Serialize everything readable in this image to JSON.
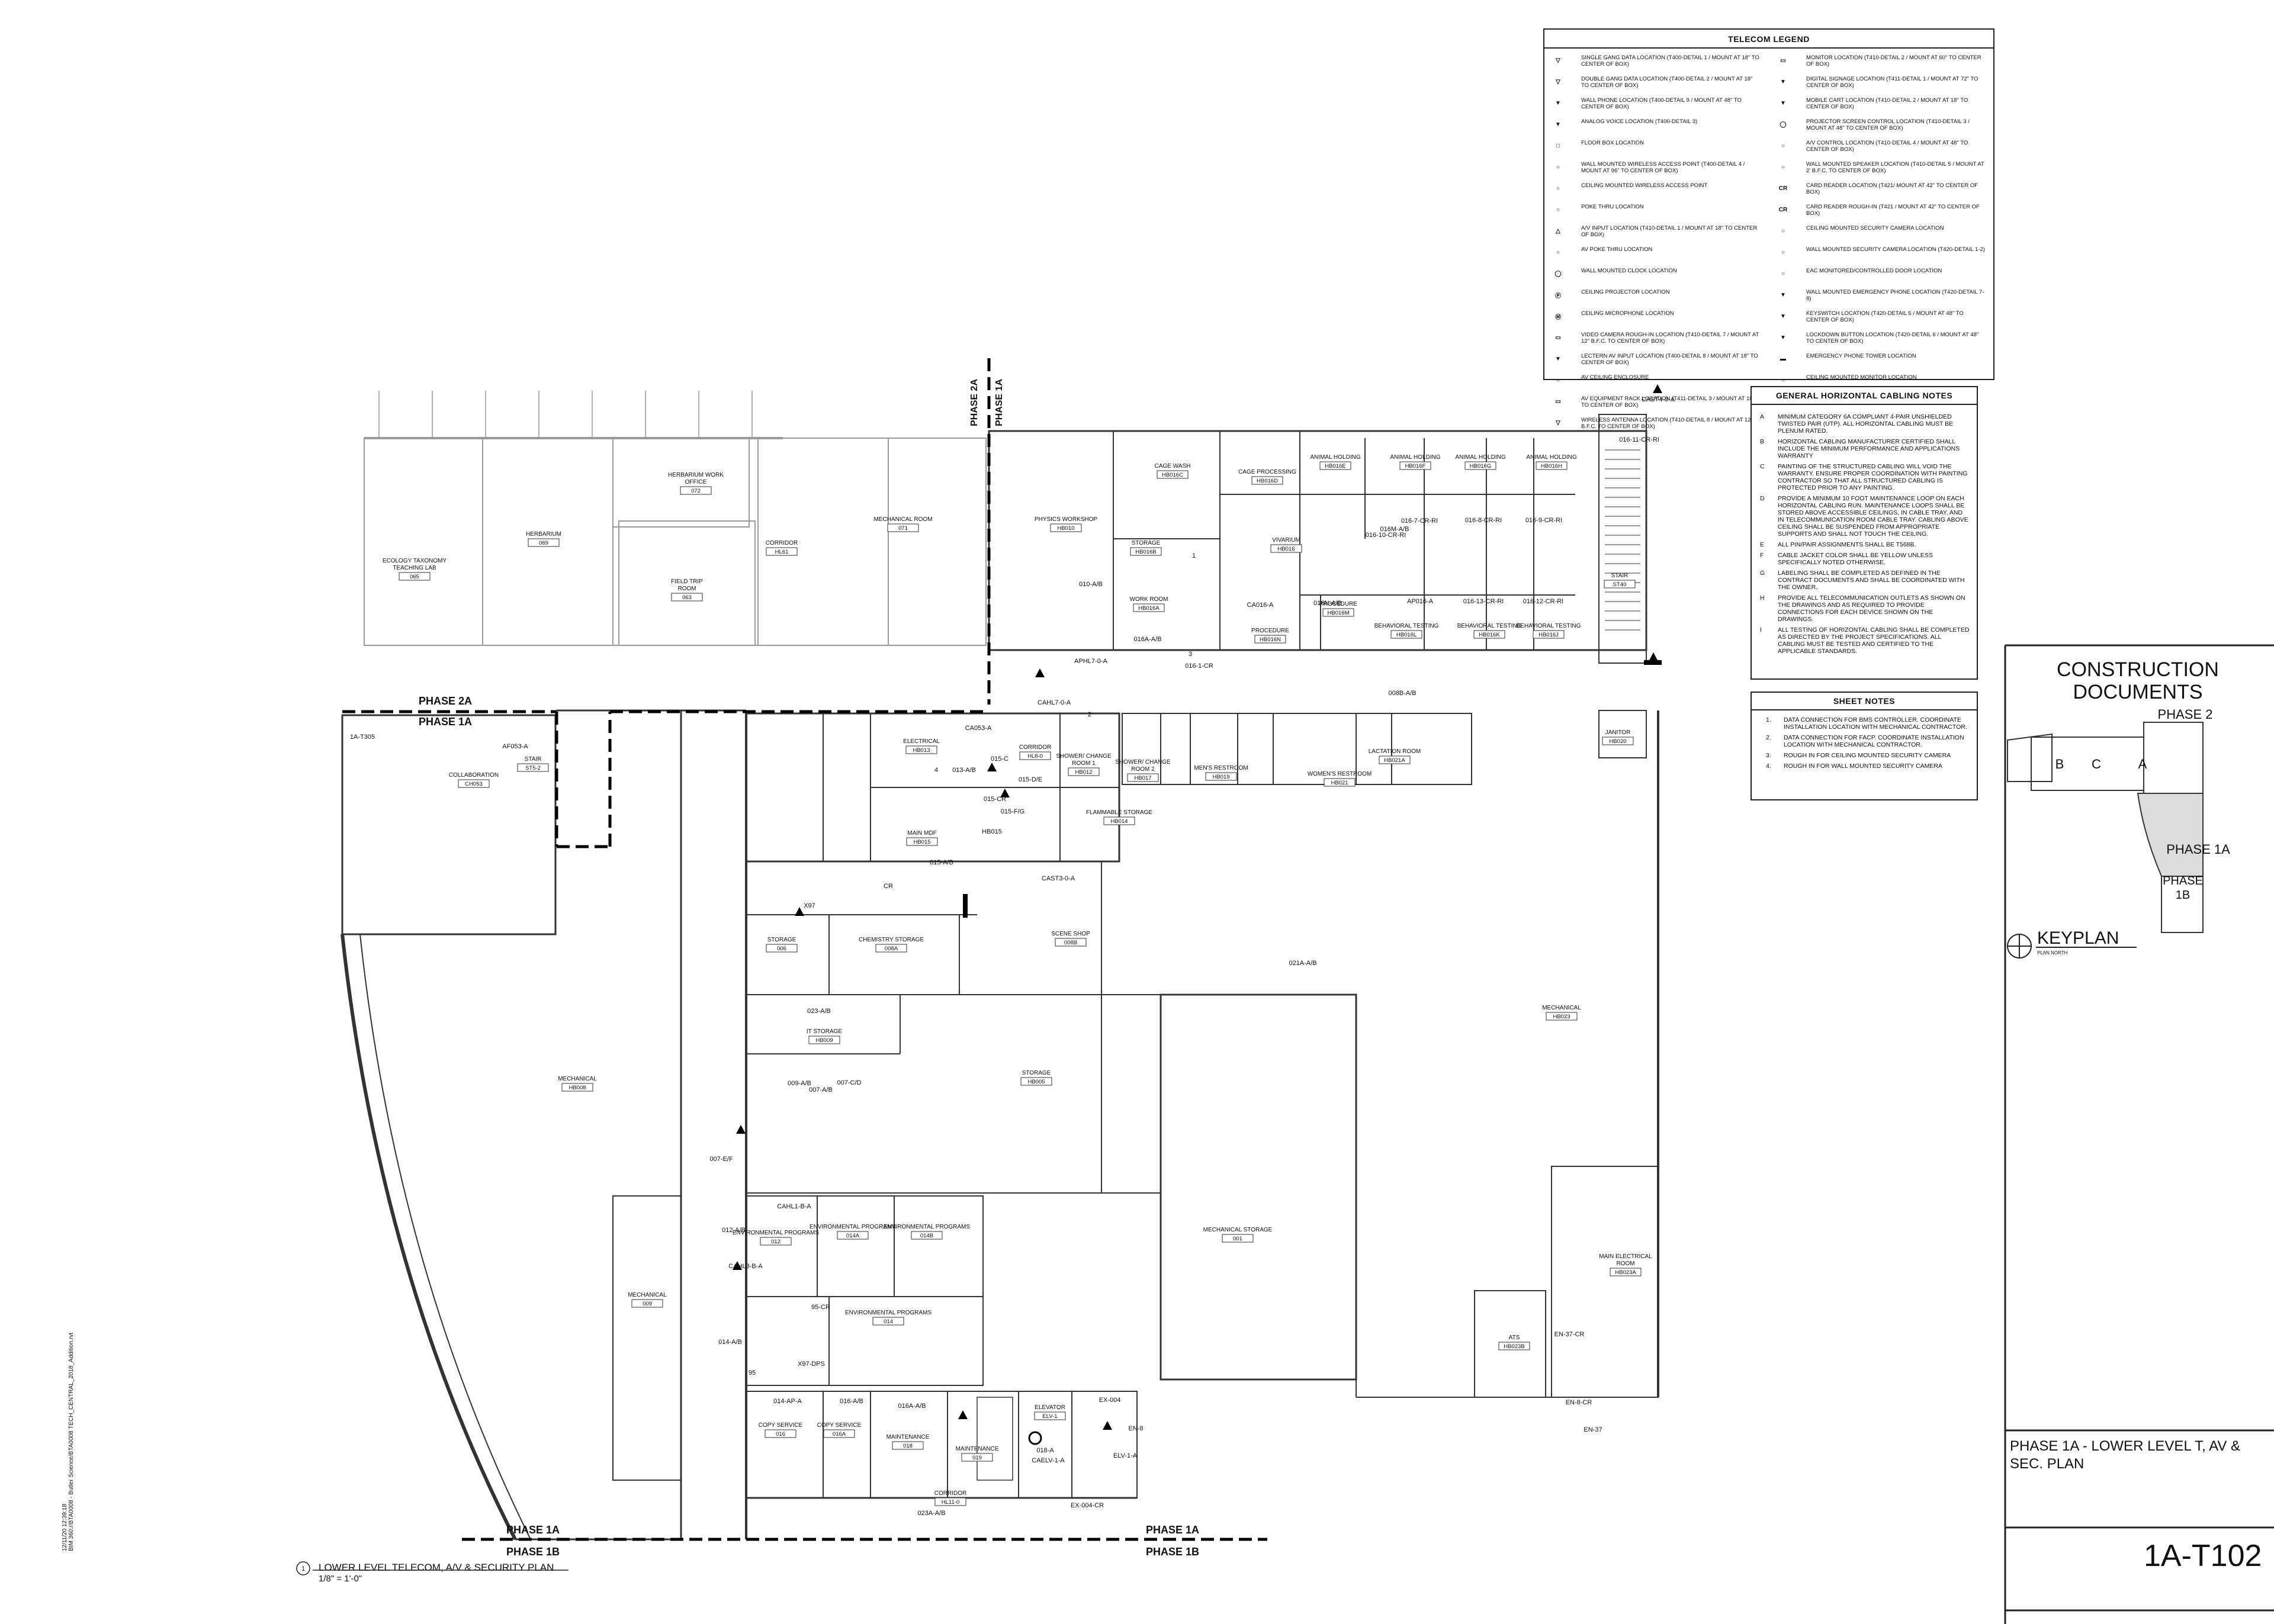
{
  "telecom_legend": {
    "title": "TELECOM LEGEND",
    "left_items": [
      {
        "icon": "single-gang-data-icon",
        "text": "SINGLE GANG DATA LOCATION (T400-DETAIL 1 / MOUNT AT 18\" TO CENTER OF BOX)"
      },
      {
        "icon": "double-gang-data-icon",
        "text": "DOUBLE GANG DATA LOCATION (T400-DETAIL 2 / MOUNT AT 18\" TO CENTER OF BOX)"
      },
      {
        "icon": "wall-phone-icon",
        "text": "WALL PHONE LOCATION (T400-DETAIL 9 / MOUNT AT 48\" TO CENTER OF BOX)"
      },
      {
        "icon": "analog-voice-icon",
        "text": "ANALOG VOICE LOCATION (T400-DETAIL 3)"
      },
      {
        "icon": "floor-box-icon",
        "text": "FLOOR BOX LOCATION"
      },
      {
        "icon": "wall-wap-icon",
        "text": "WALL MOUNTED WIRELESS ACCESS POINT (T400-DETAIL 4 / MOUNT AT 96\" TO CENTER OF BOX)"
      },
      {
        "icon": "ceiling-wap-icon",
        "text": "CEILING MOUNTED WIRELESS ACCESS POINT"
      },
      {
        "icon": "poke-thru-icon",
        "text": "POKE THRU LOCATION"
      },
      {
        "icon": "av-input-icon",
        "text": "A/V INPUT LOCATION (T410-DETAIL 1 / MOUNT AT 18\" TO CENTER OF BOX)"
      },
      {
        "icon": "av-poke-thru-icon",
        "text": "AV POKE THRU LOCATION"
      },
      {
        "icon": "wall-clock-icon",
        "text": "WALL MOUNTED CLOCK LOCATION"
      },
      {
        "icon": "ceiling-projector-icon",
        "text": "CEILING PROJECTOR LOCATION"
      },
      {
        "icon": "ceiling-microphone-icon",
        "text": "CEILING MICROPHONE LOCATION"
      },
      {
        "icon": "video-camera-icon",
        "text": "VIDEO CAMERA ROUGH-IN LOCATION (T410-DETAIL 7 / MOUNT AT 12\" B.F.C. TO CENTER OF BOX)"
      },
      {
        "icon": "lectern-av-icon",
        "text": "LECTERN AV INPUT LOCATION (T400-DETAIL 8 / MOUNT AT 18\" TO CENTER OF BOX)"
      },
      {
        "icon": "av-ceiling-enclosure-icon",
        "text": "AV CEILING ENCLOSURE"
      },
      {
        "icon": "av-rack-icon",
        "text": "AV EQUIPMENT RACK LOCATION (T411-DETAIL 3 / MOUNT AT 18\" TO CENTER OF BOX)"
      },
      {
        "icon": "wireless-antenna-icon",
        "text": "WIRELESS ANTENNA LOCATION (T410-DETAIL 8 / MOUNT AT 12\" B.F.C. TO CENTER OF BOX)"
      }
    ],
    "right_items": [
      {
        "icon": "monitor-icon",
        "text": "MONITOR LOCATION (T410-DETAIL 2 / MOUNT AT 60\" TO CENTER OF BOX)"
      },
      {
        "icon": "digital-signage-icon",
        "text": "DIGITAL SIGNAGE LOCATION (T411-DETAIL 1 / MOUNT AT 72\" TO CENTER OF BOX)"
      },
      {
        "icon": "mobile-cart-icon",
        "text": "MOBILE CART LOCATION (T410-DETAIL 2 / MOUNT AT 18\" TO CENTER OF BOX)"
      },
      {
        "icon": "projector-screen-icon",
        "text": "PROJECTOR SCREEN CONTROL LOCATION (T410-DETAIL 3 / MOUNT AT 48\" TO CENTER OF BOX)"
      },
      {
        "icon": "av-control-icon",
        "text": "A/V CONTROL LOCATION (T410-DETAIL 4 / MOUNT AT 48\" TO CENTER OF BOX)"
      },
      {
        "icon": "wall-speaker-icon",
        "text": "WALL MOUNTED SPEAKER LOCATION (T410-DETAIL 5 / MOUNT AT 2' B.F.C. TO CENTER OF BOX)"
      },
      {
        "icon": "card-reader-icon",
        "text": "CARD READER LOCATION (T421/ MOUNT AT 42\" TO CENTER OF BOX)"
      },
      {
        "icon": "card-reader-rough-in-icon",
        "text": "CARD READER ROUGH-IN (T421 / MOUNT AT 42\" TO CENTER OF BOX)"
      },
      {
        "icon": "ceiling-security-camera-icon",
        "text": "CEILING MOUNTED SECURITY CAMERA LOCATION"
      },
      {
        "icon": "wall-security-camera-icon",
        "text": "WALL MOUNTED SECURITY CAMERA LOCATION (T420-DETAIL 1-2)"
      },
      {
        "icon": "eac-door-icon",
        "text": "EAC MONITORED/CONTROLLED DOOR LOCATION"
      },
      {
        "icon": "emergency-phone-icon",
        "text": "WALL MOUNTED EMERGENCY PHONE LOCATION (T420-DETAIL 7-8)"
      },
      {
        "icon": "keyswitch-icon",
        "text": "KEYSWITCH LOCATION (T420-DETAIL 5 / MOUNT AT 48\" TO CENTER OF BOX)"
      },
      {
        "icon": "lockdown-button-icon",
        "text": "LOCKDOWN BUTTON LOCATION (T420-DETAIL 6 / MOUNT AT 48\" TO CENTER OF BOX)"
      },
      {
        "icon": "emergency-phone-tower-icon",
        "text": "EMERGENCY PHONE TOWER LOCATION"
      },
      {
        "icon": "ceiling-monitor-icon",
        "text": "CEILING MOUNTED MONITOR LOCATION"
      }
    ]
  },
  "cabling_notes": {
    "title": "GENERAL HORIZONTAL CABLING NOTES",
    "items": [
      {
        "key": "A",
        "text": "MINIMUM CATEGORY 6A COMPLIANT 4-PAIR UNSHIELDED TWISTED PAIR (UTP). ALL HORIZONTAL CABLING MUST BE PLENUM RATED."
      },
      {
        "key": "B",
        "text": "HORIZONTAL CABLING MANUFACTURER CERTIFIED SHALL INCLUDE THE MINIMUM PERFORMANCE AND APPLICATIONS WARRANTY"
      },
      {
        "key": "C",
        "text": "PAINTING OF THE STRUCTURED CABLING WILL VOID THE WARRANTY. ENSURE PROPER COORDINATION WITH PAINTING CONTRACTOR SO THAT ALL STRUCTURED CABLING IS PROTECTED PRIOR TO ANY PAINTING."
      },
      {
        "key": "D",
        "text": "PROVIDE A MINIMUM 10 FOOT MAINTENANCE LOOP ON EACH HORIZONTAL CABLING RUN. MAINTENANCE LOOPS SHALL BE STORED ABOVE ACCESSIBLE CEILINGS, IN CABLE TRAY, AND IN TELECOMMUNICATION ROOM CABLE TRAY. CABLING ABOVE CEILING SHALL BE SUSPENDED FROM APPROPRIATE SUPPORTS AND SHALL NOT TOUCH THE CEILING."
      },
      {
        "key": "E",
        "text": "ALL PIN/PAIR ASSIGNMENTS SHALL BE T568B."
      },
      {
        "key": "F",
        "text": "CABLE JACKET COLOR SHALL BE YELLOW UNLESS SPECIFICALLY NOTED OTHERWISE."
      },
      {
        "key": "G",
        "text": "LABELING SHALL BE COMPLETED AS DEFINED IN THE CONTRACT DOCUMENTS AND SHALL BE COORDINATED WITH THE OWNER."
      },
      {
        "key": "H",
        "text": "PROVIDE ALL TELECOMMUNICATION OUTLETS AS SHOWN ON THE DRAWINGS AND AS REQUIRED TO PROVIDE CONNECTIONS FOR EACH DEVICE SHOWN ON THE DRAWINGS."
      },
      {
        "key": "I",
        "text": "ALL TESTING OF HORIZONTAL CABLING SHALL BE COMPLETED AS DIRECTED BY THE PROJECT SPECIFICATIONS. ALL CABLING MUST BE TESTED AND CERTIFIED TO THE APPLICABLE STANDARDS."
      }
    ]
  },
  "sheet_notes": {
    "title": "SHEET NOTES",
    "items": [
      {
        "key": "1.",
        "text": "DATA CONNECTION FOR BMS CONTROLLER. COORDINATE INSTALLATION LOCATION WITH MECHANICAL CONTRACTOR."
      },
      {
        "key": "2.",
        "text": "DATA CONNECTION FOR FACP. COORDINATE INSTALLATION LOCATION WITH MECHANICAL CONTRACTOR."
      },
      {
        "key": "3.",
        "text": "ROUGH IN FOR CEILING MOUNTED SECURITY CAMERA"
      },
      {
        "key": "4.",
        "text": "ROUGH IN FOR WALL MOUNTED SECURITY CAMERA"
      }
    ]
  },
  "title_block": {
    "stage_line1": "CONSTRUCTION",
    "stage_line2": "DOCUMENTS",
    "keyplan": {
      "phase2": "PHASE 2",
      "wing_b": "B",
      "wing_c": "C",
      "wing_a": "A",
      "phase1a": "PHASE 1A",
      "phase1b_line1": "PHASE",
      "phase1b_line2": "1B",
      "label": "KEYPLAN",
      "north_label": "PLAN NORTH"
    },
    "sheet_title": "PHASE 1A - LOWER LEVEL T, AV & SEC. PLAN",
    "sheet_number": "1A-T102"
  },
  "drawing": {
    "title_number": "1",
    "title": "LOWER LEVEL TELECOM, A/V & SECURITY PLAN",
    "scale": "1/8\" = 1'-0\"",
    "side_stamp_1": "12/11/20 12:39:18",
    "side_stamp_2": "BIM 360://BTA0008 - Butler Science/BTA0008 TECH_CENTRAL_2018_Addition.rvt"
  },
  "plan": {
    "phase_labels": {
      "phase2a_top": "PHASE 2A",
      "phase1a_top": "PHASE 1A",
      "phase2a_left": "PHASE 2A",
      "phase1a_left": "PHASE 1A",
      "phase1a_bottom_left": "PHASE 1A",
      "phase1b_bottom_left": "PHASE 1B",
      "phase1a_bottom_right": "PHASE 1A",
      "phase1b_bottom_right": "PHASE 1B"
    },
    "rooms": [
      {
        "name": "ECOLOGY TAXONOMY TEACHING LAB",
        "num": "065"
      },
      {
        "name": "HERBARIUM",
        "num": "069"
      },
      {
        "name": "HERBARIUM WORK OFFICE",
        "num": "072"
      },
      {
        "name": "FIELD TRIP ROOM",
        "num": "063"
      },
      {
        "name": "CORRIDOR",
        "num": "HL61"
      },
      {
        "name": "MECHANICAL ROOM",
        "num": "071"
      },
      {
        "name": "PHYSICS WORKSHOP",
        "num": "HB010"
      },
      {
        "name": "CAGE WASH",
        "num": "HB016C"
      },
      {
        "name": "CAGE PROCESSING",
        "num": "HB016D"
      },
      {
        "name": "ANIMAL HOLDING",
        "num": "HB016E"
      },
      {
        "name": "ANIMAL HOLDING",
        "num": "HB016F"
      },
      {
        "name": "ANIMAL HOLDING",
        "num": "HB016G"
      },
      {
        "name": "ANIMAL HOLDING",
        "num": "HB016H"
      },
      {
        "name": "STORAGE",
        "num": "HB016B"
      },
      {
        "name": "VIVARIUM",
        "num": "HB016"
      },
      {
        "name": "WORK ROOM",
        "num": "HB016A"
      },
      {
        "name": "PROCEDURE",
        "num": "HB016N"
      },
      {
        "name": "PROCEDURE",
        "num": "HB016M"
      },
      {
        "name": "BEHAVIORAL TESTING",
        "num": "HB016L"
      },
      {
        "name": "BEHAVIORAL TESTING",
        "num": "HB016K"
      },
      {
        "name": "BEHAVIORAL TESTING",
        "num": "HB016J"
      },
      {
        "name": "STAIR",
        "num": "ST40"
      },
      {
        "name": "COLLABORATION",
        "num": "CH053"
      },
      {
        "name": "STAIR",
        "num": "ST5-2"
      },
      {
        "name": "ELECTRICAL",
        "num": "HB013"
      },
      {
        "name": "CORRIDOR",
        "num": "HL8-0"
      },
      {
        "name": "SHOWER/ CHANGE ROOM 1",
        "num": "HB012"
      },
      {
        "name": "SHOWER/ CHANGE ROOM 2",
        "num": "HB017"
      },
      {
        "name": "MEN'S RESTROOM",
        "num": "HB019"
      },
      {
        "name": "WOMEN'S RESTROOM",
        "num": "HB021"
      },
      {
        "name": "LACTATION ROOM",
        "num": "HB021A"
      },
      {
        "name": "JANITOR",
        "num": "HB020"
      },
      {
        "name": "MAIN MDF",
        "num": "HB015"
      },
      {
        "name": "FLAMMABLE STORAGE",
        "num": "HB014"
      },
      {
        "name": "STORAGE",
        "num": "006"
      },
      {
        "name": "CHEMISTRY STORAGE",
        "num": "008A"
      },
      {
        "name": "SCENE SHOP",
        "num": "008B"
      },
      {
        "name": "IT STORAGE",
        "num": "HB009"
      },
      {
        "name": "MECHANICAL",
        "num": "HB008"
      },
      {
        "name": "STORAGE",
        "num": "HB005"
      },
      {
        "name": "MECHANICAL",
        "num": "HB023"
      },
      {
        "name": "ENVIRONMENTAL PROGRAMS",
        "num": "012"
      },
      {
        "name": "ENVIRONMENTAL PROGRAMS",
        "num": "014A"
      },
      {
        "name": "ENVIRONMENTAL PROGRAMS",
        "num": "014B"
      },
      {
        "name": "ENVIRONMENTAL PROGRAMS",
        "num": "014"
      },
      {
        "name": "MECHANICAL STORAGE",
        "num": "001"
      },
      {
        "name": "MAIN ELECTRICAL ROOM",
        "num": "HB023A"
      },
      {
        "name": "ATS",
        "num": "HB023B"
      },
      {
        "name": "MECHANICAL",
        "num": "009"
      },
      {
        "name": "COPY SERVICE",
        "num": "016"
      },
      {
        "name": "COPY SERVICE",
        "num": "016A"
      },
      {
        "name": "MAINTENANCE",
        "num": "018"
      },
      {
        "name": "MAINTENANCE",
        "num": "019"
      },
      {
        "name": "ELEVATOR",
        "num": "ELV-1"
      },
      {
        "name": "CORRIDOR",
        "num": "HL11-0"
      }
    ],
    "tags": [
      "010-A/B",
      "016A-A/B",
      "APHL7-0-A",
      "CAHL7-0-A",
      "016-1-CR",
      "CA016-A",
      "016N-A/B",
      "016M-A/B",
      "016-7-CR-RI",
      "016-8-CR-RI",
      "016-9-CR-RI",
      "016-10-CR-RI",
      "AP016-A",
      "016-13-CR-RI",
      "016-12-CR-RI",
      "016-11-CR-RI",
      "CAST4-0-A",
      "1A-T305",
      "AF053-A",
      "CA053-A",
      "013-A/B",
      "015-C",
      "015-D/E",
      "015-CR",
      "015-F/G",
      "HB015",
      "015-A/B",
      "CAST3-0-A",
      "008B-A/B",
      "021A-A/B",
      "023-A/B",
      "009-A/B",
      "007-A/B",
      "007-C/D",
      "007-E/F",
      "CAHL1-B-A",
      "012-A/B",
      "95-CR",
      "014-A/B",
      "X97-DPS",
      "014-AP-A",
      "016-A/B",
      "016A-A/B",
      "018-A",
      "CAELV-1-A",
      "ELV-1-A",
      "EX-004-CR",
      "EX-004",
      "EN-8",
      "EN-8-CR",
      "EN-37",
      "EN-37-CR",
      "023A-A/B",
      "CAHL3-B-A",
      "95",
      "X97",
      "4",
      "2",
      "1",
      "3",
      "CR"
    ]
  }
}
